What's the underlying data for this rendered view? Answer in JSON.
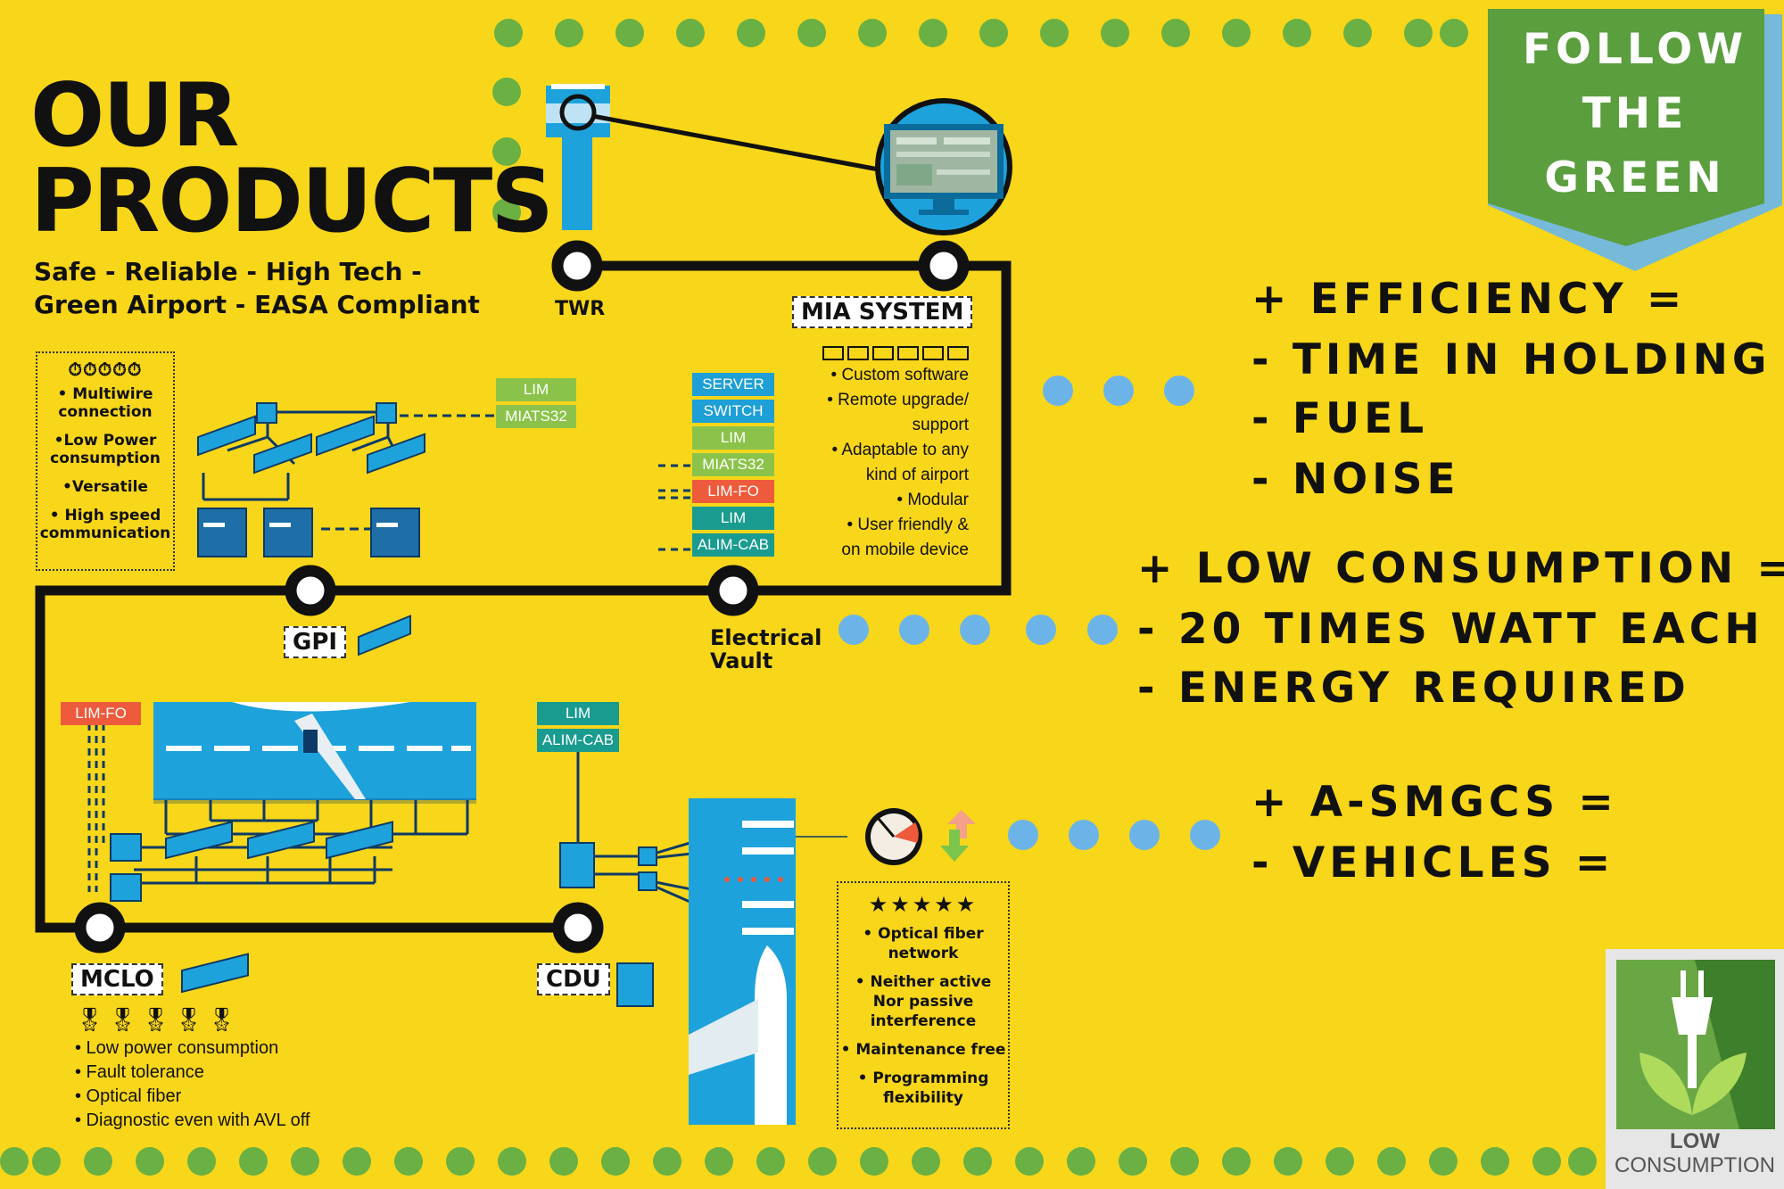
{
  "title": {
    "line1": "OUR",
    "line2": "PRODUCTS"
  },
  "subtitle": {
    "line1": "Safe - Reliable - High Tech -",
    "line2": "Green Airport - EASA Compliant"
  },
  "badge": {
    "line1": "FOLLOW",
    "line2": "THE",
    "line3": "GREEN"
  },
  "nodes": {
    "twr": "TWR",
    "mia": "MIA SYSTEM",
    "gpi": "GPI",
    "electrical_vault": {
      "line1": "Electrical",
      "line2": "Vault"
    },
    "mclo": "MCLO",
    "cdu": "CDU"
  },
  "gpi_features": {
    "icon_set": "stopwatch-icons",
    "items": [
      {
        "l1": "• Multiwire",
        "l2": "connection"
      },
      {
        "l1": "•Low Power",
        "l2": "consumption"
      },
      {
        "l1": "•Versatile",
        "l2": ""
      },
      {
        "l1": "• High speed",
        "l2": "communication"
      }
    ]
  },
  "gpi_tags": [
    {
      "label": "LIM",
      "color": "#8bc34a"
    },
    {
      "label": "MIATS32",
      "color": "#8bc34a"
    }
  ],
  "mia_tags": [
    {
      "label": "SERVER",
      "color": "#1e9fd6"
    },
    {
      "label": "SWITCH",
      "color": "#1e9fd6"
    },
    {
      "label": "LIM",
      "color": "#8bc34a"
    },
    {
      "label": "MIATS32",
      "color": "#8bc34a"
    },
    {
      "label": "LIM-FO",
      "color": "#ee5a3c"
    },
    {
      "label": "LIM",
      "color": "#1a9b8f"
    },
    {
      "label": "ALIM-CAB",
      "color": "#1a9b8f"
    }
  ],
  "mia_features": [
    {
      "l1": "• Custom software",
      "l2": ""
    },
    {
      "l1": "• Remote upgrade/",
      "l2": "support"
    },
    {
      "l1": "• Adaptable to any",
      "l2": "kind of airport"
    },
    {
      "l1": "• Modular",
      "l2": ""
    },
    {
      "l1": "• User friendly &",
      "l2": "on mobile device"
    }
  ],
  "mclo_tag": {
    "label": "LIM-FO",
    "color": "#ee5a3c"
  },
  "cdu_tags": [
    {
      "label": "LIM",
      "color": "#1a9b8f"
    },
    {
      "label": "ALIM-CAB",
      "color": "#1a9b8f"
    }
  ],
  "mclo_features": {
    "icon_set": "award-ribbon-icons",
    "items": [
      "• Low power consumption",
      "• Fault tolerance",
      "• Optical fiber",
      "• Diagnostic even with AVL off"
    ]
  },
  "cdu_features": {
    "stars": "★★★★★",
    "items": [
      {
        "l1": "• Optical fiber",
        "l2": "network"
      },
      {
        "l1": "• Neither active",
        "l2": "Nor passive",
        "l3": "interference"
      },
      {
        "l1": "• Maintenance free",
        "l2": ""
      },
      {
        "l1": "• Programming",
        "l2": "flexibility"
      }
    ]
  },
  "benefits": {
    "efficiency": {
      "head": "+ EFFICIENCY =",
      "items": [
        "- TIME IN HOLDING",
        "- FUEL",
        "- NOISE"
      ]
    },
    "consumption": {
      "head": "+ LOW CONSUMPTION =",
      "items": [
        "- 20 TIMES WATT EACH",
        "- ENERGY REQUIRED"
      ]
    },
    "asmgcs": {
      "head": "+ A-SMGCS =",
      "items": [
        "- VEHICLES ="
      ]
    }
  },
  "low_consumption_badge": {
    "line1": "LOW",
    "line2": "CONSUMPTION"
  },
  "colors": {
    "background": "#f8d619",
    "green_dot": "#6ab043",
    "blue_dot": "#6cb4e8",
    "badge_green": "#5a9e3e",
    "badge_blue": "#76b9d9",
    "runway_blue": "#1ea2dc",
    "line": "#111111"
  }
}
